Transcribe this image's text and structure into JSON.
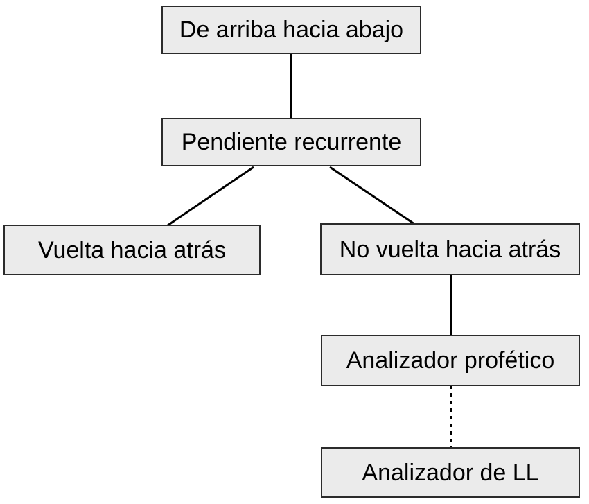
{
  "diagram": {
    "type": "tree",
    "title": "",
    "style": {
      "node_fill": "#ebebeb",
      "node_border": "#2b2b2b",
      "edge_color": "#000000",
      "background": "#ffffff",
      "text_color": "#000000"
    },
    "nodes": [
      {
        "id": "top_down",
        "label": "De arriba hacia abajo",
        "level": 0
      },
      {
        "id": "recursive",
        "label": "Pendiente recurrente",
        "level": 1
      },
      {
        "id": "backtrack",
        "label": "Vuelta hacia atrás",
        "level": 2
      },
      {
        "id": "no_backtrack",
        "label": "No vuelta hacia atrás",
        "level": 2
      },
      {
        "id": "predictive",
        "label": "Analizador profético",
        "level": 3
      },
      {
        "id": "ll_parser",
        "label": "Analizador de LL",
        "level": 4
      }
    ],
    "edges": [
      {
        "from": "top_down",
        "to": "recursive",
        "style": "solid"
      },
      {
        "from": "recursive",
        "to": "backtrack",
        "style": "solid"
      },
      {
        "from": "recursive",
        "to": "no_backtrack",
        "style": "solid"
      },
      {
        "from": "no_backtrack",
        "to": "predictive",
        "style": "solid"
      },
      {
        "from": "predictive",
        "to": "ll_parser",
        "style": "dashed"
      }
    ]
  }
}
